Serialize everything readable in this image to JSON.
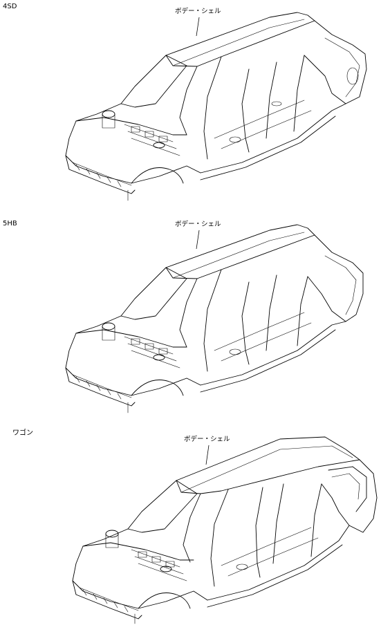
{
  "panels": [
    {
      "variant": "4SD",
      "callout": "ボデー・シェル"
    },
    {
      "variant": "5HB",
      "callout": "ボデー・シェル"
    },
    {
      "variant": "ワゴン",
      "callout": "ボデー・シェル"
    }
  ]
}
